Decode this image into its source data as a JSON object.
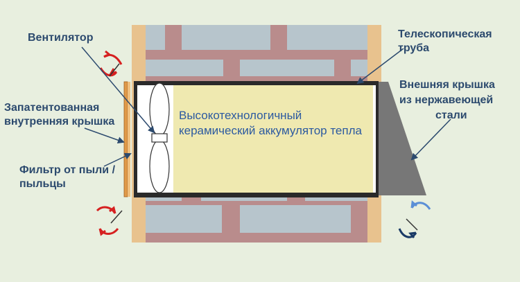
{
  "labels": {
    "fan": "Вентилятор",
    "telescopic_tube": "Телескопическая труба",
    "inner_cover": "Запатентованная внутренняя крышка",
    "filter": "Фильтр от пыли / пыльцы",
    "outer_cover_line1": "Внешняя крышка",
    "outer_cover_line2": "из нержавеющей",
    "outer_cover_line3": "стали",
    "core": "Высокотехнологичный керамический аккумулятор тепла"
  },
  "icons": {
    "warm_air_arrow": "curved-arrow-red",
    "cool_air_arrow": "curved-arrow-blue",
    "exhaust_arrow": "curved-arrow-navy",
    "fan_blade": "fan-icon"
  },
  "colors": {
    "background": "#e8efdf",
    "wall_wood": "#e8c28e",
    "brick_block": "#b7c5cc",
    "mortar": "#b98c8c",
    "core_fill": "#efe9b0",
    "outer_cover": "#777777",
    "filter": "#e09a4a",
    "text": "#2c4a6e",
    "core_text": "#2c5aa0",
    "warm_arrow": "#d62020",
    "cool_arrow": "#5b8fd6",
    "exhaust_arrow": "#1a3a66"
  }
}
